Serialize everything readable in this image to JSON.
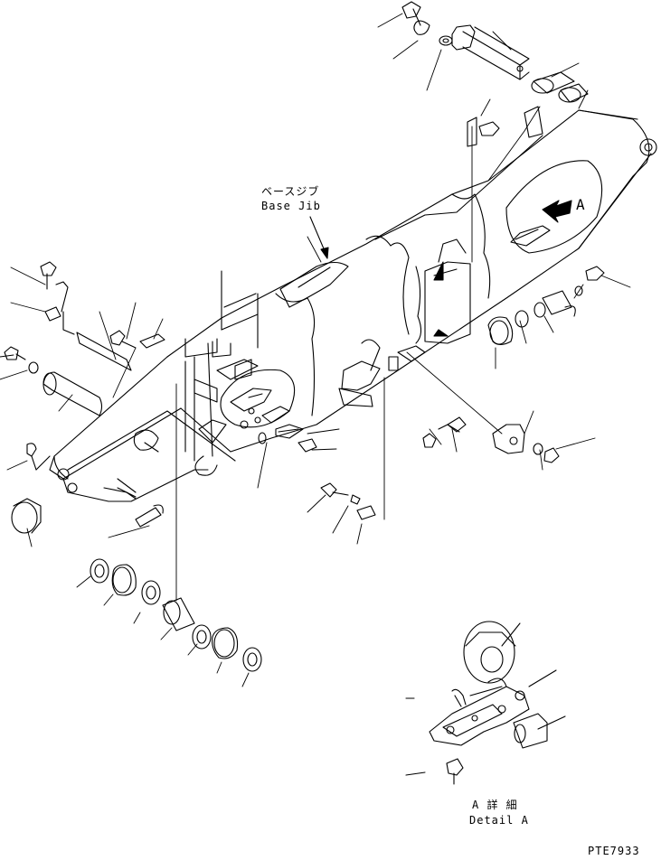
{
  "labels": {
    "base_jib_jp": "ベースジブ",
    "base_jib_en": "Base Jib",
    "detail_jp": "A 詳 細",
    "detail_en": "Detail A",
    "part_code": "PTE7933",
    "view_marker": "A"
  },
  "colors": {
    "ink": "#000000",
    "paper": "#ffffff"
  }
}
